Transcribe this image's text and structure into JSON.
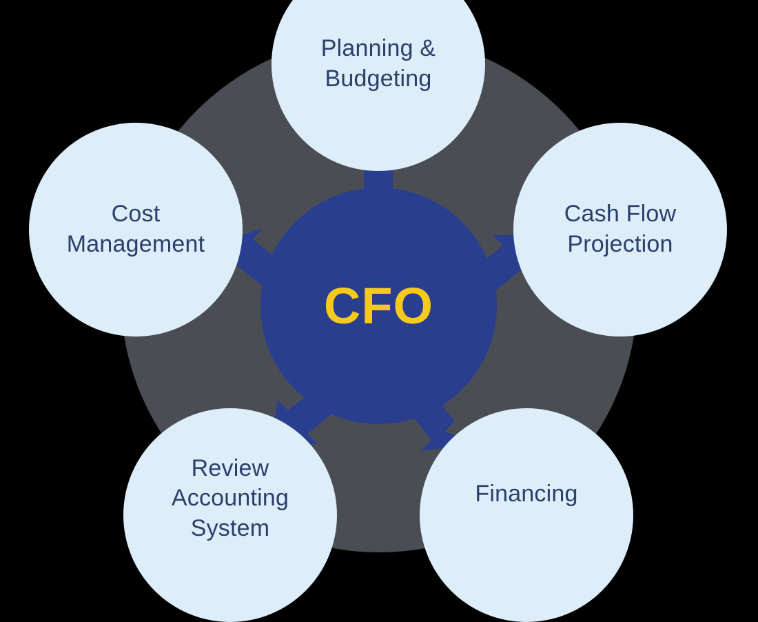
{
  "diagram": {
    "title": "CFO responsibilities hub-and-spoke diagram",
    "background_color": "#000000",
    "backdrop_circle_color": "#4a4e54",
    "hub": {
      "label": "CFO",
      "text_color": "#f5ca1b",
      "fill_color": "#2a3e8f"
    },
    "node_fill_color": "#ddeefa",
    "node_text_color": "#2b3f6b",
    "arrow_color": "#2a3e8f",
    "nodes": [
      {
        "id": "planning-budgeting",
        "label": "Planning &\nBudgeting",
        "position": "top"
      },
      {
        "id": "cash-flow-projection",
        "label": "Cash Flow\nProjection",
        "position": "right"
      },
      {
        "id": "financing",
        "label": "Financing",
        "position": "bottom-right"
      },
      {
        "id": "review-accounting-system",
        "label": "Review\nAccounting\nSystem",
        "position": "bottom-left"
      },
      {
        "id": "cost-management",
        "label": "Cost\nManagement",
        "position": "left"
      }
    ],
    "arrows": [
      {
        "id": "arrow-to-planning-budgeting",
        "direction": "up",
        "target": "Planning & Budgeting"
      },
      {
        "id": "arrow-to-cash-flow-projection",
        "direction": "up-right",
        "target": "Cash Flow Projection"
      },
      {
        "id": "arrow-to-financing",
        "direction": "down-right",
        "target": "Financing"
      },
      {
        "id": "arrow-to-review-accounting-system",
        "direction": "down-left",
        "target": "Review Accounting System"
      },
      {
        "id": "arrow-to-cost-management",
        "direction": "up-left",
        "target": "Cost Management"
      }
    ]
  }
}
